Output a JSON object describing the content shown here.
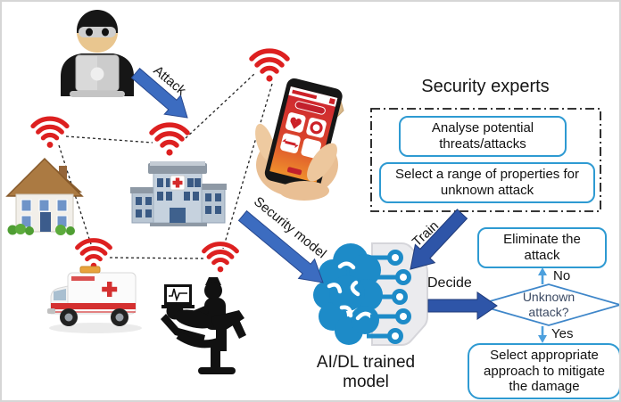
{
  "diagram": {
    "arrows": {
      "attack": "Attack",
      "security_model": "Security model",
      "train": "Train",
      "decide": "Decide"
    },
    "experts": {
      "title": "Security experts",
      "steps": [
        "Analyse potential\nthreats/attacks",
        "Select a range of properties for\nunknown attack"
      ]
    },
    "model": {
      "label": "AI/DL trained\nmodel"
    },
    "flow": {
      "decision": "Unknown\nattack?",
      "no": "No",
      "yes": "Yes",
      "eliminate": "Eliminate the\nattack",
      "mitigate": "Select appropriate\napproach to mitigate\nthe damage"
    },
    "icons": {
      "hacker": "hacker-with-laptop",
      "smart_home": "smart-home-house",
      "hospital": "hospital-building",
      "health_app": "smartphone-health-app",
      "ambulance": "ambulance-van",
      "telehealth": "doctor-patient-monitor",
      "ai_brain": "ai-brain-circuit",
      "wifi": "red-wifi-signal"
    },
    "colors": {
      "wifi_red": "#dd2020",
      "arrow_blue": "#3c6cc0",
      "arrow_dark_blue": "#2e55a8",
      "flow_border_blue": "#2e9ad2",
      "flow_arrow_blue": "#4da0dd",
      "diamond_border_blue": "#3e86c9",
      "brain_blue": "#1d8bc8"
    }
  }
}
